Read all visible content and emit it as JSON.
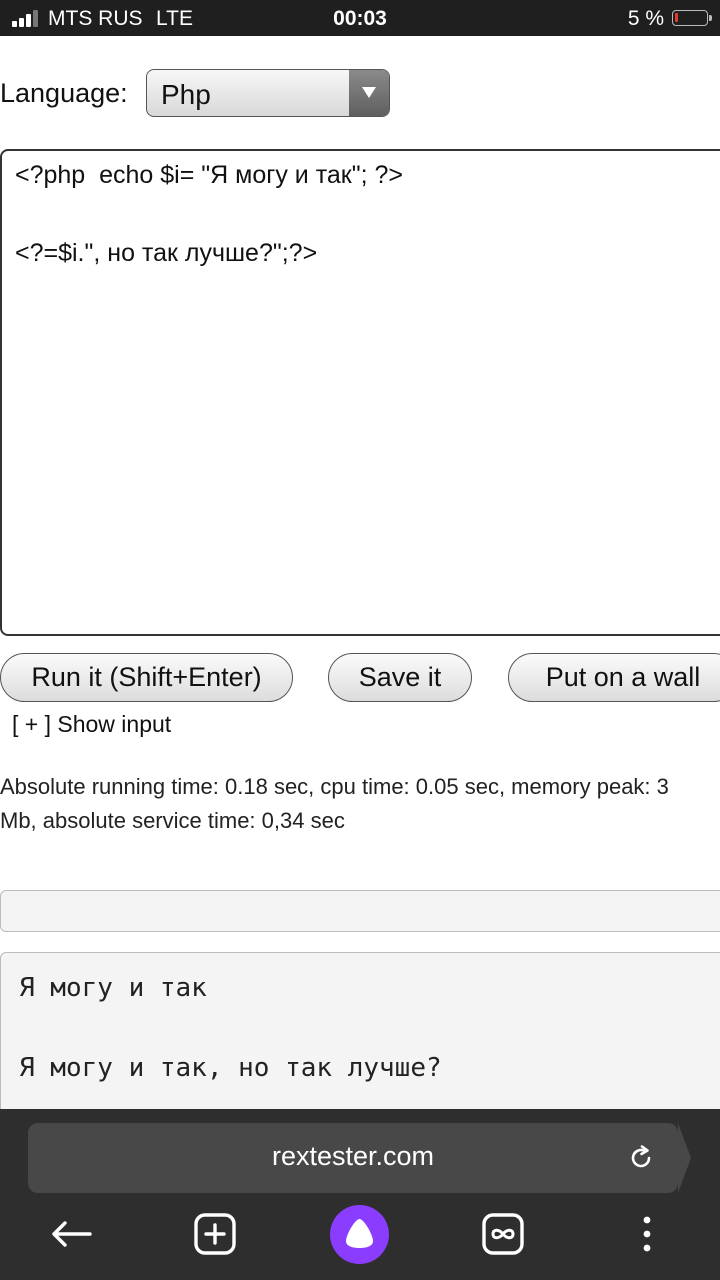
{
  "status_bar": {
    "carrier": "MTS RUS",
    "network": "LTE",
    "time": "00:03",
    "battery": "5 %",
    "battery_level_percent": 5
  },
  "language": {
    "label": "Language:",
    "selected": "Php"
  },
  "editor": {
    "lines": [
      "<?php  echo $i= \"Я могу и так\"; ?>",
      "<?=$i.\", но так лучше?\";?>"
    ]
  },
  "buttons": {
    "run": "Run it (Shift+Enter)",
    "save": "Save it",
    "wall": "Put on a wall"
  },
  "show_input": "[ + ] Show input",
  "stats": {
    "line1": "Absolute running time: 0.18 sec, cpu time: 0.05 sec, memory peak: 3",
    "line2": "Mb, absolute service time: 0,34 sec"
  },
  "output": {
    "lines": [
      "Я могу и так",
      "Я могу и так, но так лучше?"
    ]
  },
  "browser": {
    "url": "rextester.com",
    "icons": [
      "back-arrow-icon",
      "new-tab-icon",
      "alice-assistant-icon",
      "tabs-icon",
      "more-icon"
    ],
    "alice_color": "#8b3dff"
  }
}
